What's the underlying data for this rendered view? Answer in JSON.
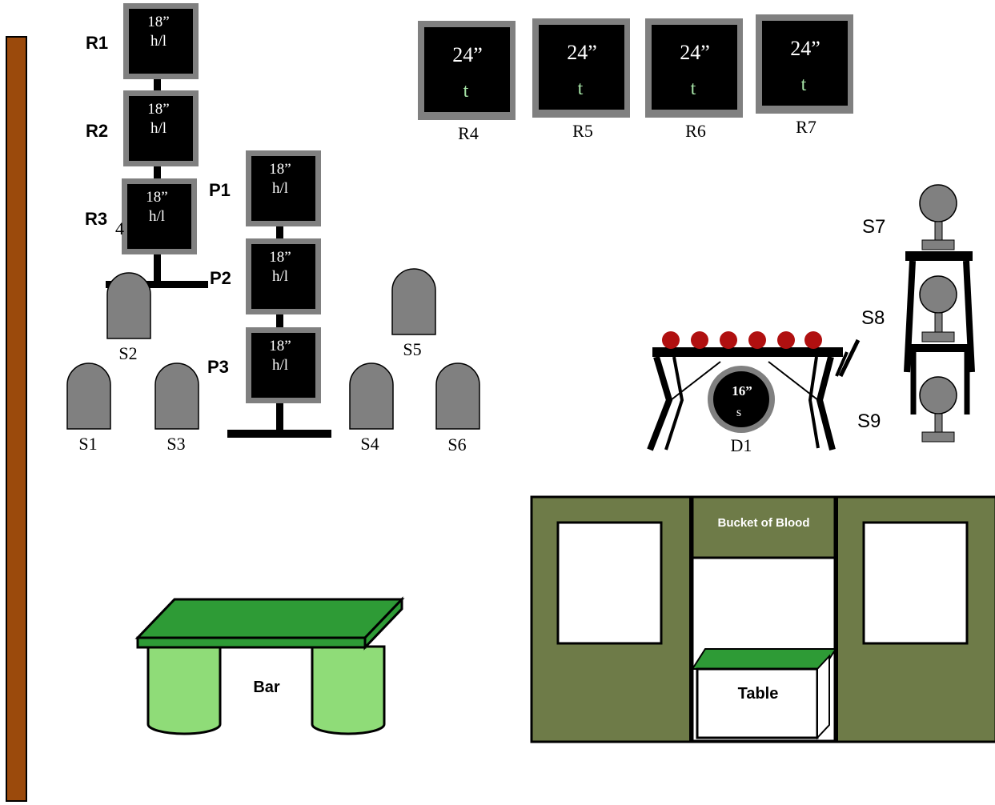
{
  "colors": {
    "wall": "#9b4a0c",
    "target_frame": "#808080",
    "target_face": "#000000",
    "steel": "#808080",
    "bar_top": "#2e9b36",
    "bar_leg": "#8fdc78",
    "building": "#6e7b48",
    "ball": "#b01010"
  },
  "row_targets": {
    "R1": {
      "label": "R1",
      "size": "18”",
      "type": "h/l"
    },
    "R2": {
      "label": "R2",
      "size": "18”",
      "type": "h/l"
    },
    "R3": {
      "label": "R3",
      "size": "18”",
      "type": "h/l",
      "stray": "4"
    }
  },
  "popper_targets": {
    "P1": {
      "label": "P1",
      "size": "18”",
      "type": "h/l"
    },
    "P2": {
      "label": "P2",
      "size": "18”",
      "type": "h/l"
    },
    "P3": {
      "label": "P3",
      "size": "18”",
      "type": "h/l"
    }
  },
  "large_targets": [
    {
      "label": "R4",
      "size": "24”",
      "type": "t"
    },
    {
      "label": "R5",
      "size": "24”",
      "type": "t"
    },
    {
      "label": "R6",
      "size": "24”",
      "type": "t"
    },
    {
      "label": "R7",
      "size": "24”",
      "type": "t"
    }
  ],
  "silhouettes": {
    "S1": "S1",
    "S2": "S2",
    "S3": "S3",
    "S4": "S4",
    "S5": "S5",
    "S6": "S6"
  },
  "tower_steel": {
    "S7": "S7",
    "S8": "S8",
    "S9": "S9"
  },
  "dueling": {
    "label": "D1",
    "size": "16”",
    "type": "s"
  },
  "bar": {
    "label": "Bar"
  },
  "building": {
    "sign": "Bucket of Blood",
    "table": "Table"
  }
}
